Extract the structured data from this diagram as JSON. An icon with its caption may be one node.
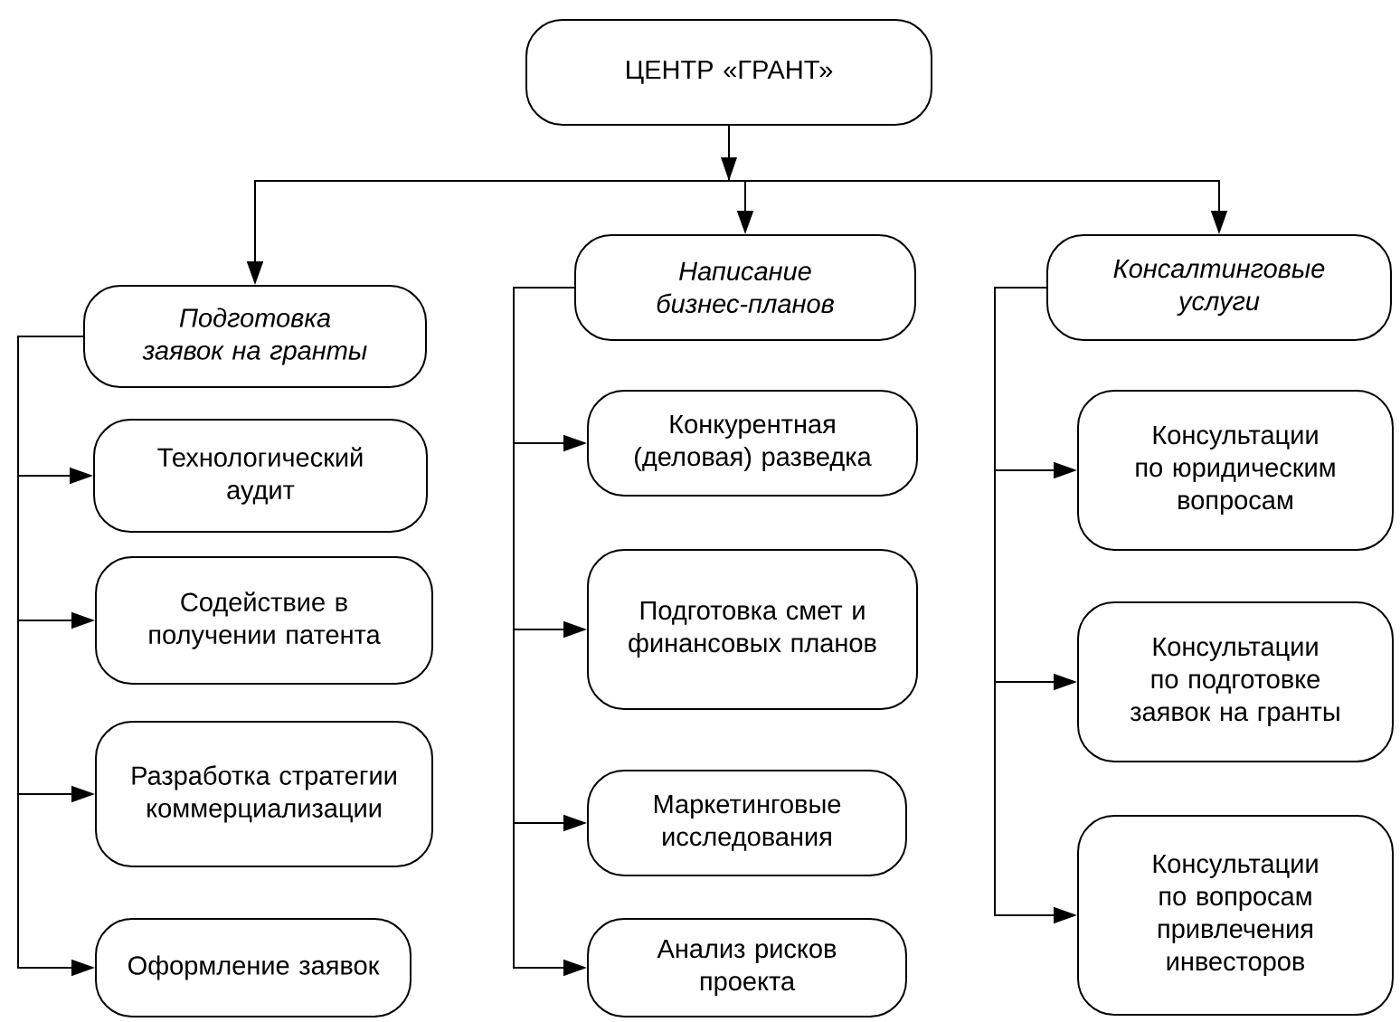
{
  "diagram": {
    "nodes": [
      {
        "text": [
          "ЦЕНТР «ГРАНТ»"
        ]
      },
      {
        "text": [
          "Подготовка заявок на гранты"
        ]
      },
      {
        "text": [
          "Написание бизнес-планов"
        ]
      },
      {
        "text": [
          "Консалтинговые услуги"
        ]
      },
      {
        "text": [
          "Технологический аудит"
        ]
      },
      {
        "text": [
          "Содействие в получении патента"
        ]
      },
      {
        "text": [
          "Разработка стратегии коммерциализации"
        ]
      },
      {
        "text": [
          "Оформление заявок"
        ]
      },
      {
        "text": [
          "Конкурентная (деловая) разведка"
        ]
      },
      {
        "text": [
          "Подготовка смет и финансовых планов"
        ]
      },
      {
        "text": [
          "Маркетинговые исследования"
        ]
      },
      {
        "text": [
          "Анализ рисков проекта"
        ]
      },
      {
        "text": [
          "Консультации по юридическим вопросам"
        ]
      },
      {
        "text": [
          "Консультации по подготовке заявок на гранты"
        ]
      },
      {
        "text": [
          "Консультации по вопросам привлечения инвесторов"
        ]
      }
    ],
    "edges": [
      {
        "from": 0,
        "to": 1,
        "arrow": "to"
      },
      {
        "from": 0,
        "to": 2,
        "arrow": "to"
      },
      {
        "from": 0,
        "to": 3,
        "arrow": "to"
      },
      {
        "from": 1,
        "to": 4,
        "arrow": "to"
      },
      {
        "from": 1,
        "to": 5,
        "arrow": "to"
      },
      {
        "from": 1,
        "to": 6,
        "arrow": "to"
      },
      {
        "from": 1,
        "to": 7,
        "arrow": "to"
      },
      {
        "from": 2,
        "to": 8,
        "arrow": "to"
      },
      {
        "from": 2,
        "to": 9,
        "arrow": "to"
      },
      {
        "from": 2,
        "to": 10,
        "arrow": "to"
      },
      {
        "from": 2,
        "to": 11,
        "arrow": "to"
      },
      {
        "from": 3,
        "to": 12,
        "arrow": "to"
      },
      {
        "from": 3,
        "to": 13,
        "arrow": "to"
      },
      {
        "from": 3,
        "to": 14,
        "arrow": "to"
      }
    ]
  }
}
